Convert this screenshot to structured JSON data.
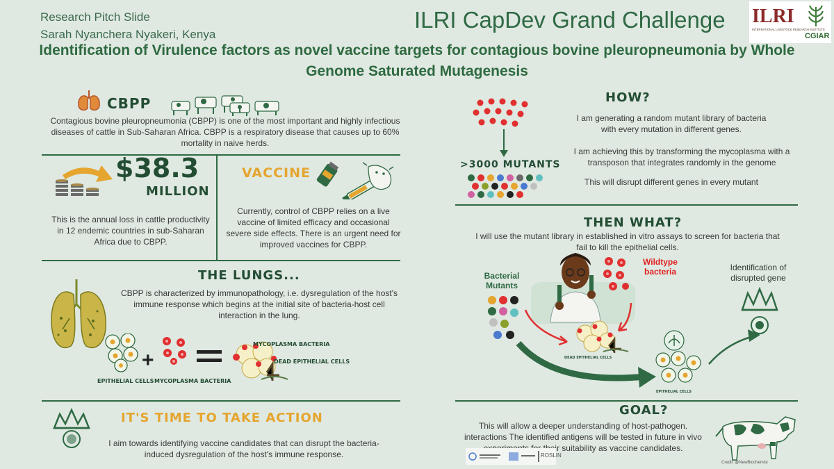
{
  "header": {
    "slide_type": "Research Pitch Slide",
    "author": "Sarah Nyanchera Nyakeri, Kenya",
    "event": "ILRI CapDev Grand Challenge",
    "title": "Identification of Virulence factors as novel vaccine targets for contagious bovine pleuropneumonia by Whole Genome Saturated Mutagenesis"
  },
  "logos": {
    "ilri": "ILRI",
    "ilri_sub": "INTERNATIONAL LIVESTOCK RESEARCH INSTITUTE",
    "cgiar": "CGIAR"
  },
  "cbpp": {
    "heading": "CBPP",
    "text": "Contagious bovine pleuropneumonia (CBPP) is one of the most important and highly infectious diseases of cattle in Sub-Saharan Africa. CBPP is a respiratory disease that causes up to 60% mortality in naive herds."
  },
  "loss": {
    "amount": "$38.3",
    "unit": "MILLION",
    "text": "This is the annual loss in cattle productivity in 12 endemic countries in sub-Saharan Africa due to CBPP."
  },
  "vaccine": {
    "heading": "VACCINE",
    "text": "Currently, control of CBPP relies on a live vaccine of limited efficacy and occasional severe side effects. There is an urgent need for improved vaccines for CBPP."
  },
  "lungs": {
    "heading": "THE LUNGS...",
    "text": "CBPP is characterized by immunopathology, i.e. dysregulation of the host's immune response which begins at the initial site of bacteria-host cell interaction in the lung.",
    "label_epithelial": "EPITHELIAL CELLS",
    "label_mycoplasma": "MYCOPLASMA BACTERIA",
    "label_result_myco": "MYCOPLASMA BACTERIA",
    "label_result_dead": "DEAD EPITHELIAL CELLS"
  },
  "action": {
    "heading": "IT'S TIME TO TAKE ACTION",
    "text": "I aim towards identifying vaccine candidates that can disrupt the bacteria-induced dysregulation of the host's immune response."
  },
  "how": {
    "heading": "HOW?",
    "mutants": ">3000 MUTANTS",
    "p1": "I am generating a random mutant library of bacteria with every mutation in different genes.",
    "p2": "I am achieving this by transforming the mycoplasma with a transposon that integrates randomly in the genome",
    "p3": "This will disrupt different genes in every mutant"
  },
  "then": {
    "heading": "THEN WHAT?",
    "text": "I will use the mutant library in established in vitro assays to screen for bacteria that fail to kill the epithelial cells.",
    "label_mutants": "Bacterial Mutants",
    "label_wildtype": "Wildtype bacteria",
    "label_identify": "Identification of disrupted gene",
    "label_dead": "DEAD EPITHELIAL CELLS",
    "label_epi": "EPITHELIAL CELLS"
  },
  "goal": {
    "heading": "GOAL?",
    "text": "This will allow a deeper understanding of host-pathogen. interactions The identified antigens will be tested in future in vivo experiments for their suitability as vaccine candidates.",
    "credit": "Credit: @NewBiochemist",
    "partner_logos": "ROSLIN"
  },
  "colors": {
    "green": "#2f6a44",
    "orange": "#e5a52e",
    "red": "#e02020",
    "bg": "#dfe8e1"
  }
}
